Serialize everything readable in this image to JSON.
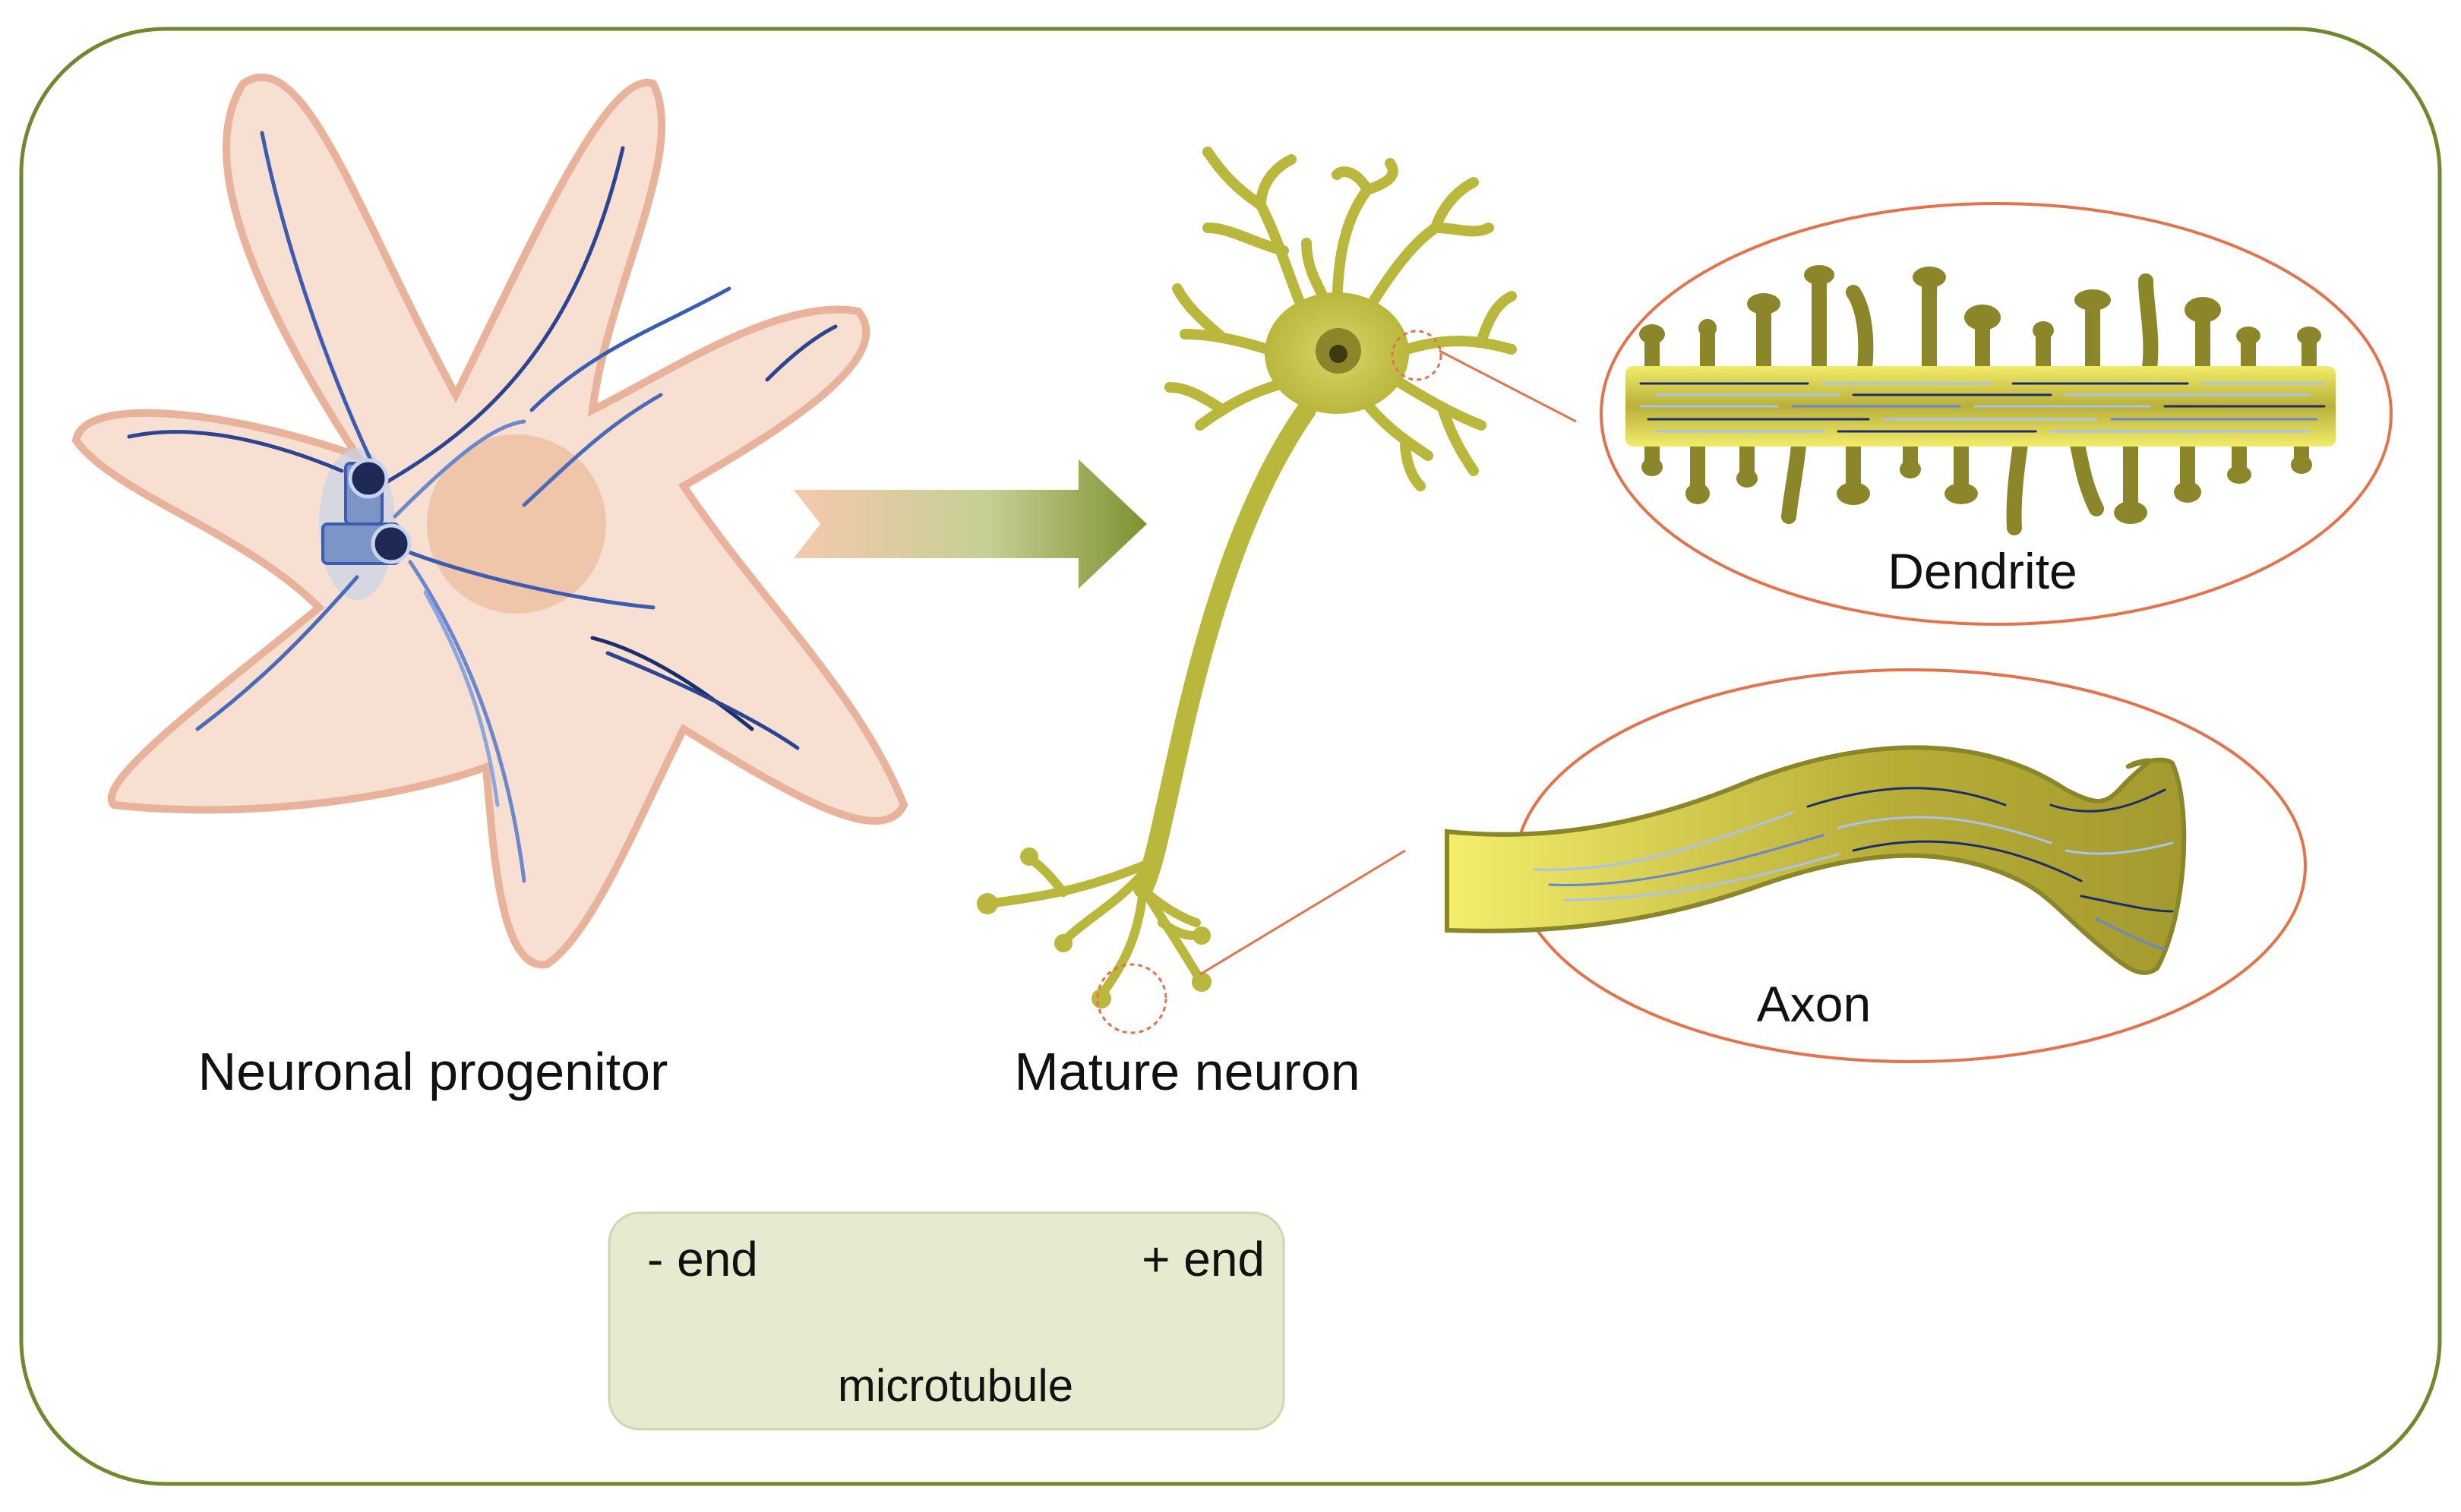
{
  "labels": {
    "progenitor": "Neuronal progenitor",
    "mature": "Mature neuron",
    "dendrite": "Dendrite",
    "axon": "Axon"
  },
  "legend": {
    "minus_end": "- end",
    "plus_end": "+ end",
    "caption": "microtubule"
  },
  "colors": {
    "frame": "#6f8a2e",
    "progenitor_fill": "#f7dfd2",
    "progenitor_outline": "#e8b39a",
    "nucleus": "#eec3a6",
    "microtubule_light": "#a9c3ee",
    "microtubule_dark": "#1b2d6b",
    "neuron": "#b9b73c",
    "neuron_dark": "#8a8629",
    "callout": "#e2734b",
    "legend_fill": "#e6ebcf",
    "arrow_start": "#f4c9ad",
    "arrow_end": "#7d9230"
  }
}
